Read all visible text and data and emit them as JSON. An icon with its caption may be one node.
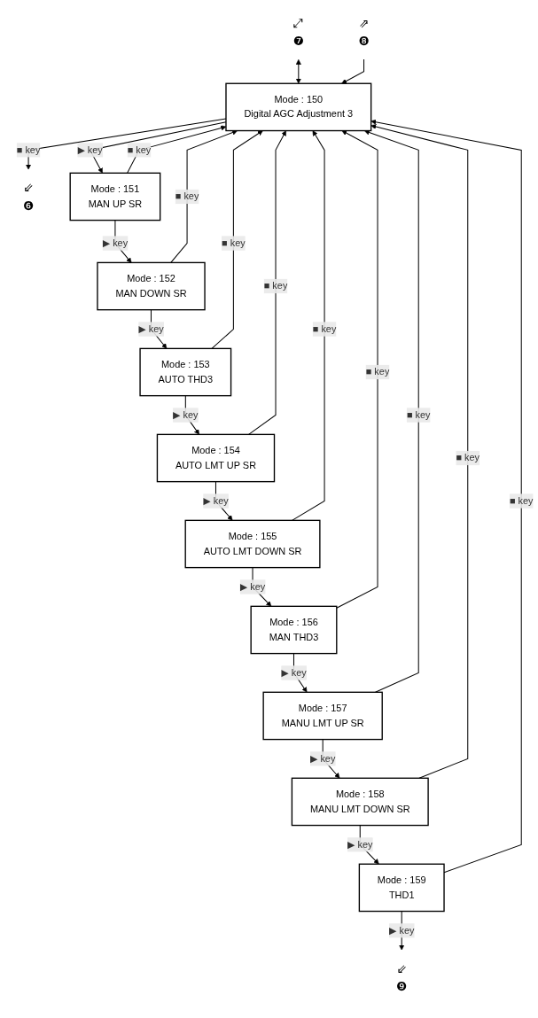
{
  "diagram": {
    "nodes": [
      {
        "text": [
          "❻"
        ],
        "beside": [
          "⇙"
        ]
      },
      {
        "text": [
          "❼"
        ],
        "beside": [
          "⤢"
        ]
      },
      {
        "text": [
          "❽"
        ],
        "beside": [
          "⇗"
        ]
      },
      {
        "text": [
          "❾"
        ],
        "beside": [
          "⇙"
        ]
      },
      {
        "text": [
          "Mode : 150",
          "Digital AGC Adjustment 3"
        ]
      },
      {
        "text": [
          "Mode : 151",
          "MAN UP SR"
        ]
      },
      {
        "text": [
          "Mode : 152",
          "MAN DOWN SR"
        ]
      },
      {
        "text": [
          "Mode : 153",
          "AUTO THD3"
        ]
      },
      {
        "text": [
          "Mode : 154",
          "AUTO LMT UP SR"
        ]
      },
      {
        "text": [
          "Mode : 155",
          "AUTO LMT DOWN SR"
        ]
      },
      {
        "text": [
          "Mode : 156",
          "MAN THD3"
        ]
      },
      {
        "text": [
          "Mode : 157",
          "MANU LMT UP SR"
        ]
      },
      {
        "text": [
          "Mode : 158",
          "MANU LMT DOWN SR"
        ]
      },
      {
        "text": [
          "Mode : 159",
          "THD1"
        ]
      }
    ],
    "edges": [
      {
        "from": 4,
        "to": 0,
        "arrow": "to",
        "label": "■ key"
      },
      {
        "from": 1,
        "to": 4,
        "arrow": "both"
      },
      {
        "from": 2,
        "to": 4,
        "arrow": "to"
      },
      {
        "from": 4,
        "to": 5,
        "arrow": "to",
        "label": "▶ key"
      },
      {
        "from": 5,
        "to": 6,
        "arrow": "to",
        "label": "▶ key"
      },
      {
        "from": 6,
        "to": 7,
        "arrow": "to",
        "label": "▶ key"
      },
      {
        "from": 7,
        "to": 8,
        "arrow": "to",
        "label": "▶ key"
      },
      {
        "from": 8,
        "to": 9,
        "arrow": "to",
        "label": "▶ key"
      },
      {
        "from": 9,
        "to": 10,
        "arrow": "to",
        "label": "▶ key"
      },
      {
        "from": 10,
        "to": 11,
        "arrow": "to",
        "label": "▶ key"
      },
      {
        "from": 11,
        "to": 12,
        "arrow": "to",
        "label": "▶ key"
      },
      {
        "from": 12,
        "to": 13,
        "arrow": "to",
        "label": "▶ key"
      },
      {
        "from": 13,
        "to": 3,
        "arrow": "to",
        "label": "▶ key"
      },
      {
        "from": 5,
        "to": 4,
        "arrow": "to",
        "label": "■ key"
      },
      {
        "from": 6,
        "to": 4,
        "arrow": "to",
        "label": "■ key"
      },
      {
        "from": 7,
        "to": 4,
        "arrow": "to",
        "label": "■ key"
      },
      {
        "from": 8,
        "to": 4,
        "arrow": "to",
        "label": "■ key"
      },
      {
        "from": 9,
        "to": 4,
        "arrow": "to",
        "label": "■ key"
      },
      {
        "from": 10,
        "to": 4,
        "arrow": "to",
        "label": "■ key"
      },
      {
        "from": 11,
        "to": 4,
        "arrow": "to",
        "label": "■ key"
      },
      {
        "from": 12,
        "to": 4,
        "arrow": "to",
        "label": "■ key"
      },
      {
        "from": 13,
        "to": 4,
        "arrow": "to",
        "label": "■ key"
      }
    ]
  }
}
